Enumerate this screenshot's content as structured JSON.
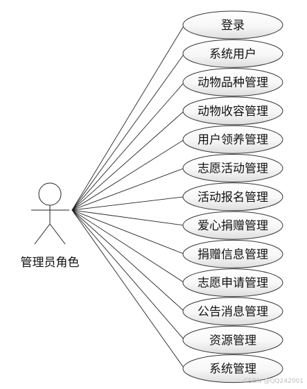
{
  "actor": {
    "name": "管理员角色"
  },
  "use_cases": [
    {
      "label": "登录"
    },
    {
      "label": "系统用户"
    },
    {
      "label": "动物品种管理"
    },
    {
      "label": "动物收容管理"
    },
    {
      "label": "用户领养管理"
    },
    {
      "label": "志愿活动管理"
    },
    {
      "label": "活动报名管理"
    },
    {
      "label": "爱心捐赠管理"
    },
    {
      "label": "捐赠信息管理"
    },
    {
      "label": "志愿申请管理"
    },
    {
      "label": "公告消息管理"
    },
    {
      "label": "资源管理"
    },
    {
      "label": "系统管理"
    }
  ],
  "watermark": {
    "text": "CSDN @QQ242001"
  }
}
